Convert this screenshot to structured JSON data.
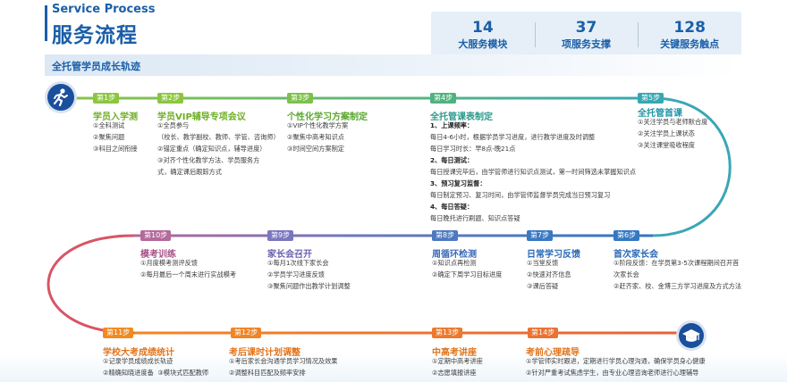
{
  "header": {
    "title_en": "Service Process",
    "title_cn": "服务流程"
  },
  "stats": [
    {
      "num": "14",
      "label": "大服务模块"
    },
    {
      "num": "37",
      "label": "项服务支撑"
    },
    {
      "num": "128",
      "label": "关键服务触点"
    }
  ],
  "section_label": "全托管学员成长轨迹",
  "colors": {
    "brand": "#1a5fa8",
    "green": "#8cc63f",
    "teal": "#2aa7b3",
    "blue": "#3b79c0",
    "purple": "#8b6bb1",
    "pink": "#d94f66",
    "orange": "#f08a24"
  },
  "icons": {
    "start": "runner-icon",
    "end": "graduation-cap-icon"
  },
  "steps": [
    {
      "badge": "第1步",
      "title": "学员入学测",
      "items": [
        "①全科测试",
        "②聚焦问题",
        "③科目之间衔接"
      ]
    },
    {
      "badge": "第2步",
      "title": "学员VIP辅导专项会议",
      "items": [
        "①全员参与",
        "（校长、教学副校、教师、学管、咨询师）",
        "②锚定重点（确定知识点，辅导进度）",
        "③对齐个性化教学方法、学员服务方",
        "式，确定课后跟踪方式"
      ]
    },
    {
      "badge": "第3步",
      "title": "个性化学习方案制定",
      "items": [
        "①VIP个性化教学方案",
        "②聚焦中高考知识点",
        "③时间空间方案制定"
      ]
    },
    {
      "badge": "第4步",
      "title": "全托管课表制定",
      "items": [
        "1、上课频率：",
        "每日4-6小时，根据学员学习进度，进行教学进度及时调整",
        "每日学习时长：早8点-晚21点",
        "2、每日测试：",
        "每日授课完毕后，由学管师进行知识点测试，第一时间筛选未掌握知识点",
        "3、预习复习监督：",
        "每日制定预习、复习时间，由学管师监督学员完成当日预习复习",
        "4、每日答疑：",
        "每日晚托进行刷题、知识点答疑"
      ]
    },
    {
      "badge": "第5步",
      "title": "全托管首课",
      "items": [
        "①关注学员与老师默合度",
        "②关注学员上课状态",
        "③关注课堂吸收程度"
      ]
    },
    {
      "badge": "第6步",
      "title": "首次家长会",
      "items": [
        "①阶段反馈：在学员第3-5次课程期间召开首",
        "次家长会",
        "②赶齐家、校、金博三方学习进度及方式方法"
      ]
    },
    {
      "badge": "第7步",
      "title": "日常学习反馈",
      "items": [
        "①当堂反馈",
        "②快速对齐信息",
        "③课后答疑"
      ]
    },
    {
      "badge": "第8步",
      "title": "周循环检测",
      "items": [
        "①知识点再检测",
        "②确定下周学习目标进度"
      ]
    },
    {
      "badge": "第9步",
      "title": "家长会召开",
      "items": [
        "①每月1次线下家长会",
        "②学员学习进度反馈",
        "③聚焦问题作出教学计划调整"
      ]
    },
    {
      "badge": "第10步",
      "title": "模考训练",
      "items": [
        "①月度模考测评反馈",
        "②每月最后一个周末进行实战模考"
      ]
    },
    {
      "badge": "第11步",
      "title": "学校大考成绩统计",
      "items": [
        "①记录学员成绩成长轨迹",
        "②精确知晓进度备",
        "③模块式匹配教师"
      ]
    },
    {
      "badge": "第12步",
      "title": "考后课时计划调整",
      "items": [
        "①考后家长会沟通学员学习情况及效果",
        "②调整科目匹配及频率安排"
      ]
    },
    {
      "badge": "第13步",
      "title": "中高考讲座",
      "items": [
        "①定期中高考讲座",
        "②志愿填报讲座"
      ]
    },
    {
      "badge": "第14步",
      "title": "考前心理疏导",
      "items": [
        "①学管师实时跟进，定期进行学员心理沟通，确保学员身心健康",
        "②针对严重考试焦虑学生，由专业心理咨询老师进行心理辅导"
      ]
    }
  ]
}
